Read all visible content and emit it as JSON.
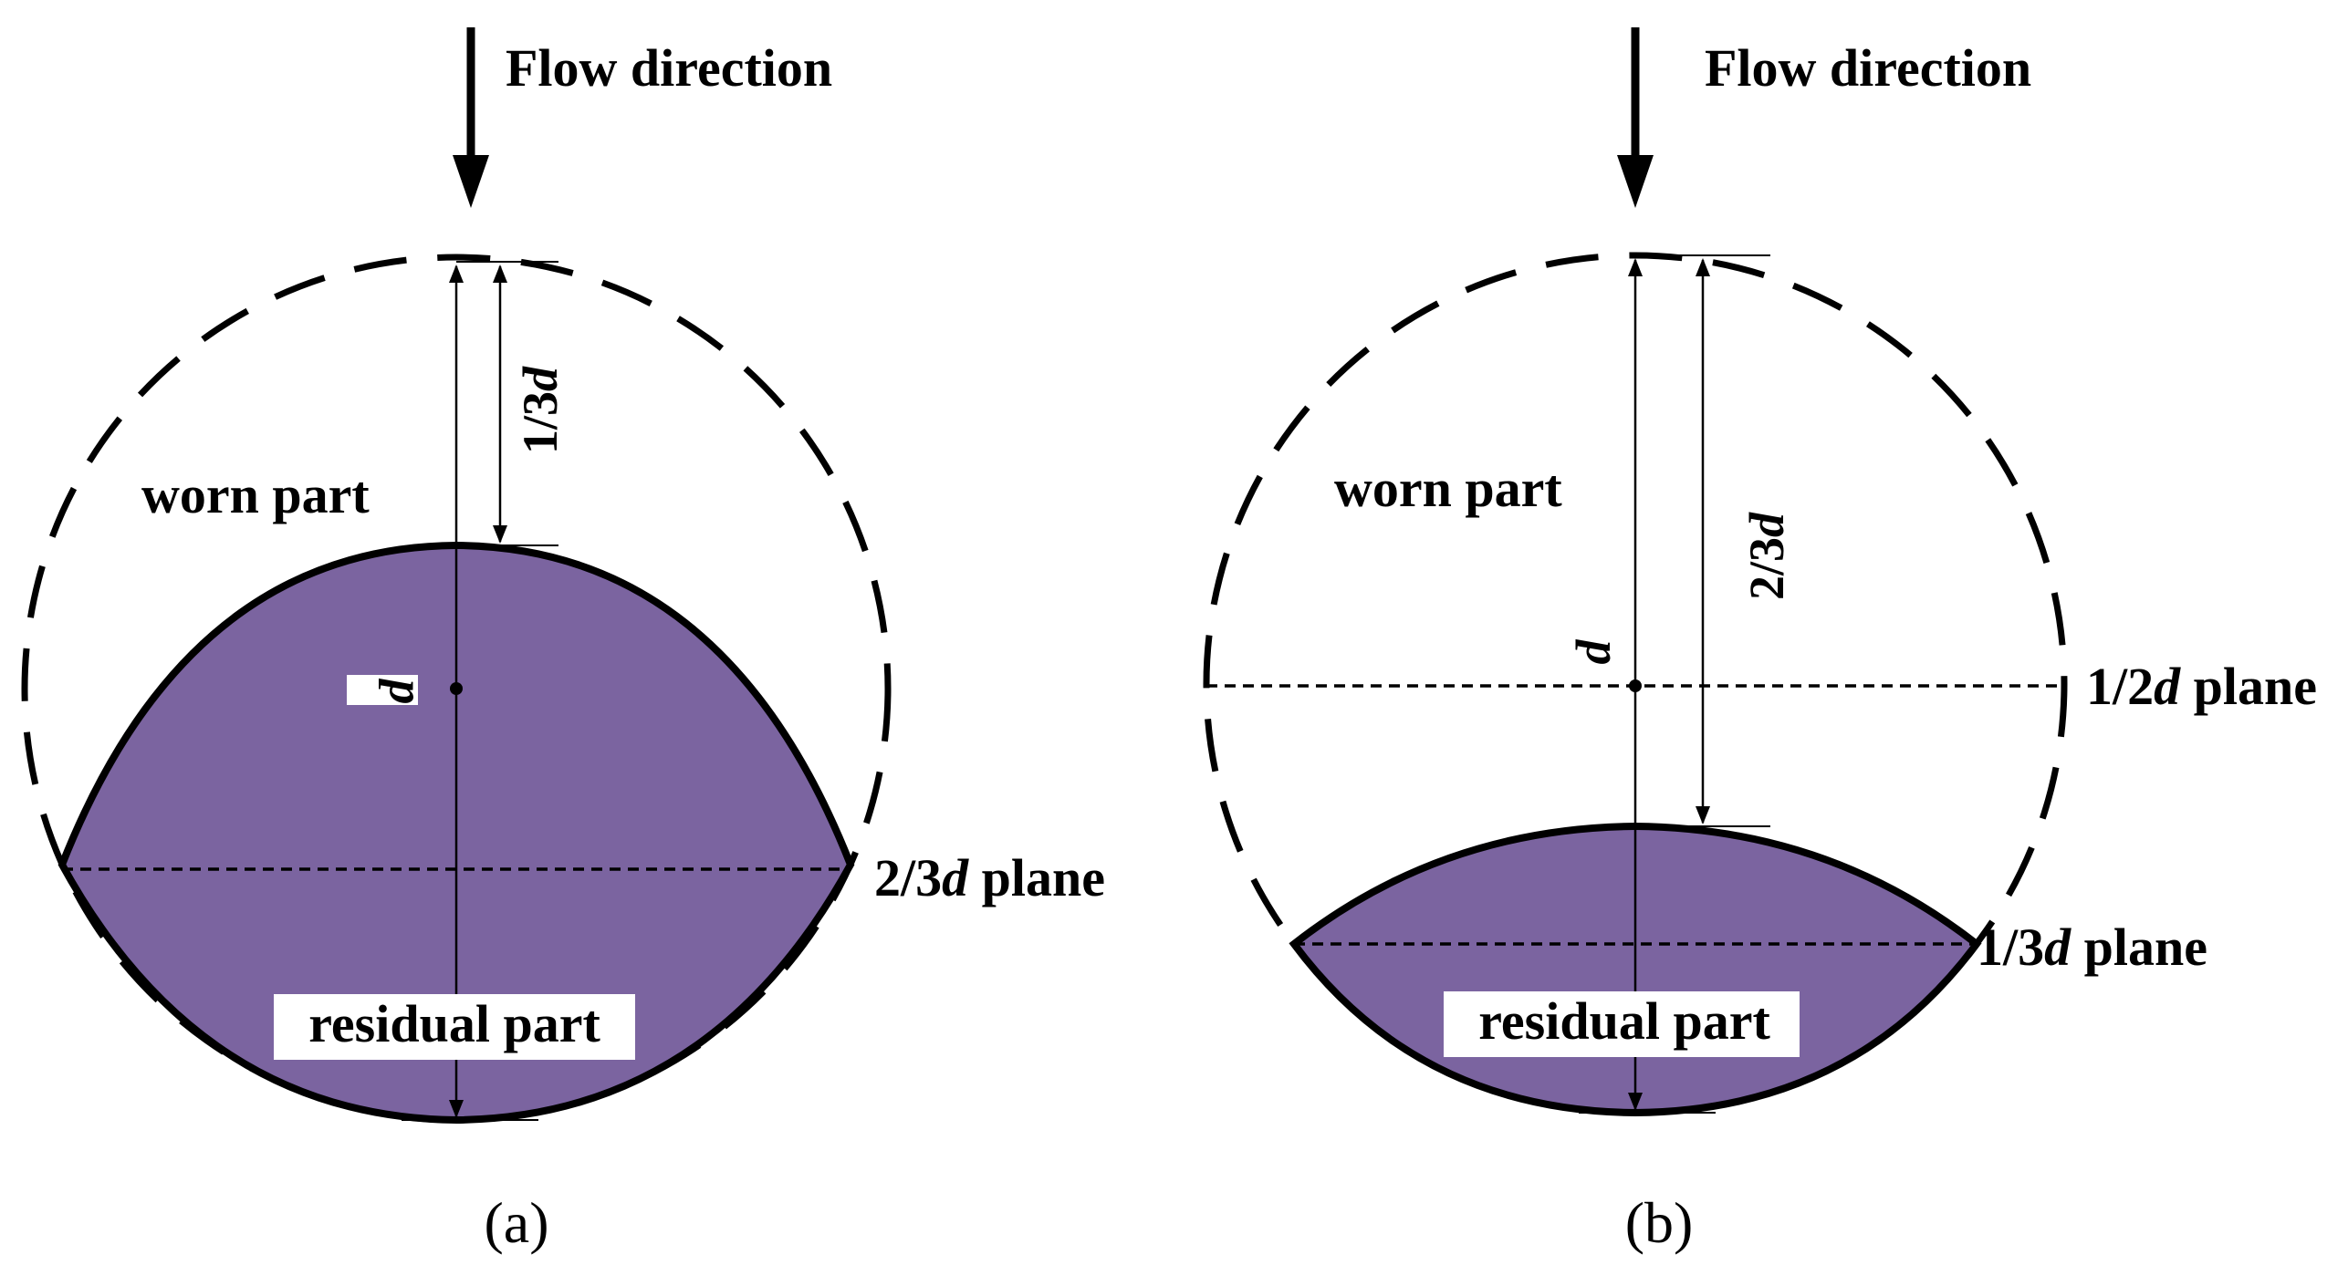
{
  "panel_a": {
    "flow_label": "Flow direction",
    "worn_label": "worn part",
    "residual_label": "residual part",
    "dim_short": "1/3d",
    "dim_d": "d",
    "plane_label": "2/3d plane",
    "caption": "(a)"
  },
  "panel_b": {
    "flow_label": "Flow direction",
    "worn_label": "worn part",
    "residual_label": "residual part",
    "dim_long": "2/3d",
    "dim_d": "d",
    "mid_plane_label": "1/2d plane",
    "plane_label": "1/3d plane",
    "caption": "(b)"
  },
  "colors": {
    "residual_fill": "#7B64A0",
    "stroke": "#000000"
  }
}
